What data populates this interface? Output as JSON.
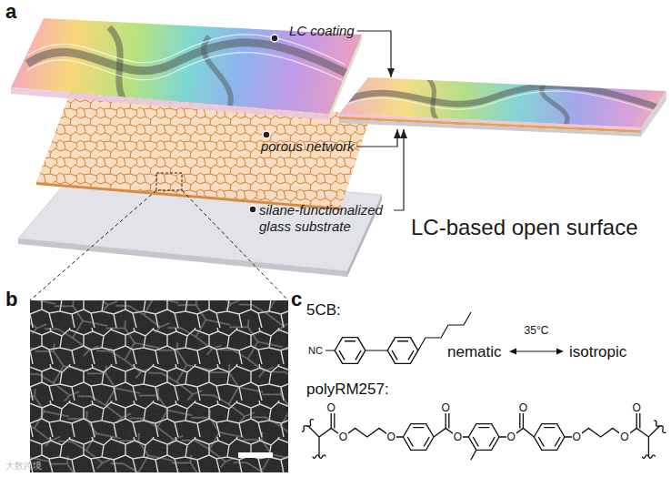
{
  "diagram": {
    "nodes": [
      {
        "text": [
          "LC coating"
        ]
      },
      {
        "text": [
          "porous network"
        ]
      },
      {
        "text": [
          "silane-functionalized glass substrate"
        ]
      },
      {
        "text": [
          "LC-based open surface"
        ]
      }
    ],
    "edges": [
      {
        "from": 0,
        "to": 3,
        "arrow": "to"
      },
      {
        "from": 1,
        "to": 3,
        "arrow": "to"
      },
      {
        "from": 2,
        "to": 3,
        "arrow": "to"
      }
    ],
    "labels": [
      "a",
      "b",
      "c",
      "5CB:",
      "NC",
      "nematic",
      "35°C",
      "isotropic",
      "polyRM257:",
      "O",
      "O",
      "O",
      "O",
      "O",
      "O",
      "O",
      "O",
      "O",
      "O",
      "大数跨境"
    ]
  }
}
